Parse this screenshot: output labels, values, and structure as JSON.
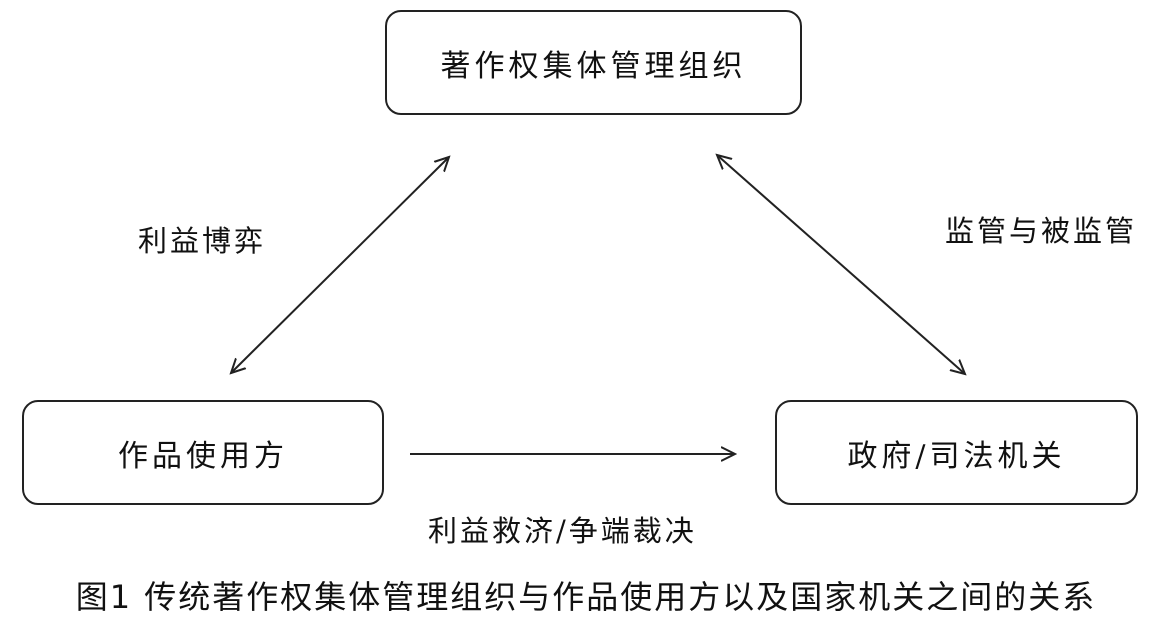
{
  "nodes": {
    "top": "著作权集体管理组织",
    "left": "作品使用方",
    "right": "政府/司法机关"
  },
  "edges": {
    "left_label": "利益博弈",
    "right_label": "监管与被监管",
    "bottom_label": "利益救济/争端裁决"
  },
  "caption": "图1  传统著作权集体管理组织与作品使用方以及国家机关之间的关系"
}
